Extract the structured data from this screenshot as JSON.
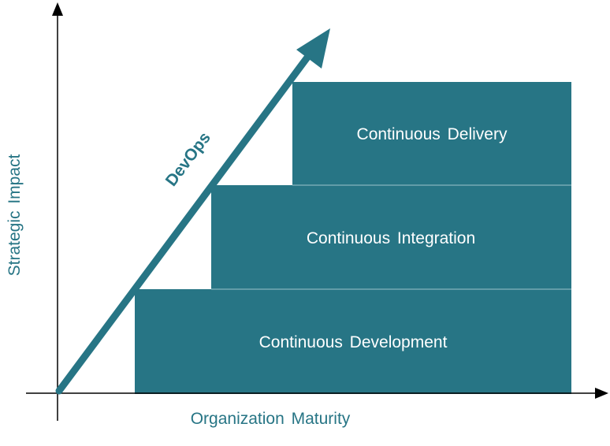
{
  "colors": {
    "block": "#277585",
    "block_divider": "#9cc2ca",
    "arrow": "#277585",
    "axis": "#000000",
    "label_text": "#277585",
    "block_text": "#ffffff"
  },
  "axes": {
    "x_label": "Organization Maturity",
    "y_label": "Strategic Impact"
  },
  "arrow": {
    "label": "DevOps"
  },
  "blocks": [
    {
      "label": "Continuous Development"
    },
    {
      "label": "Continuous Integration"
    },
    {
      "label": "Continuous Delivery"
    }
  ]
}
